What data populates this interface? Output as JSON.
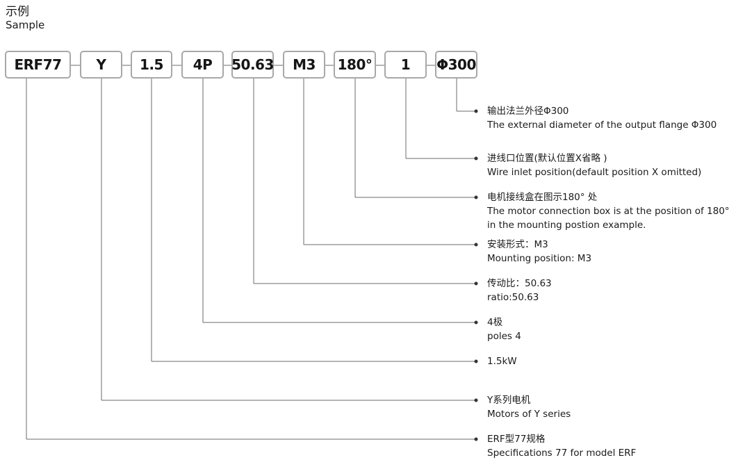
{
  "title": {
    "cn": "示例",
    "en": "Sample"
  },
  "codes": [
    "ERF77",
    "Y",
    "1.5",
    "4P",
    "50.63",
    "M3",
    "180°",
    "1",
    "Φ300"
  ],
  "descriptions": [
    {
      "cn": "输出法兰外径Φ300",
      "en": [
        "The external diameter of the output flange  Φ300"
      ]
    },
    {
      "cn": "进线口位置(默认位置X省略 )",
      "en": [
        "Wire inlet position(default position X omitted)"
      ]
    },
    {
      "cn": "电机接线盒在图示180°  处",
      "en": [
        "The motor connection box is at the position of 180°",
        "in the mounting postion example."
      ]
    },
    {
      "cn": "安装形式：M3",
      "en": [
        "Mounting position: M3"
      ]
    },
    {
      "cn": "传动比：50.63",
      "en": [
        "ratio:50.63"
      ]
    },
    {
      "cn": "4极",
      "en": [
        "poles 4"
      ]
    },
    {
      "cn": "1.5kW",
      "en": []
    },
    {
      "cn": "Y系列电机",
      "en": [
        "Motors of Y series"
      ]
    },
    {
      "cn": "ERF型77规格",
      "en": [
        "Specifications 77 for model ERF"
      ]
    }
  ]
}
